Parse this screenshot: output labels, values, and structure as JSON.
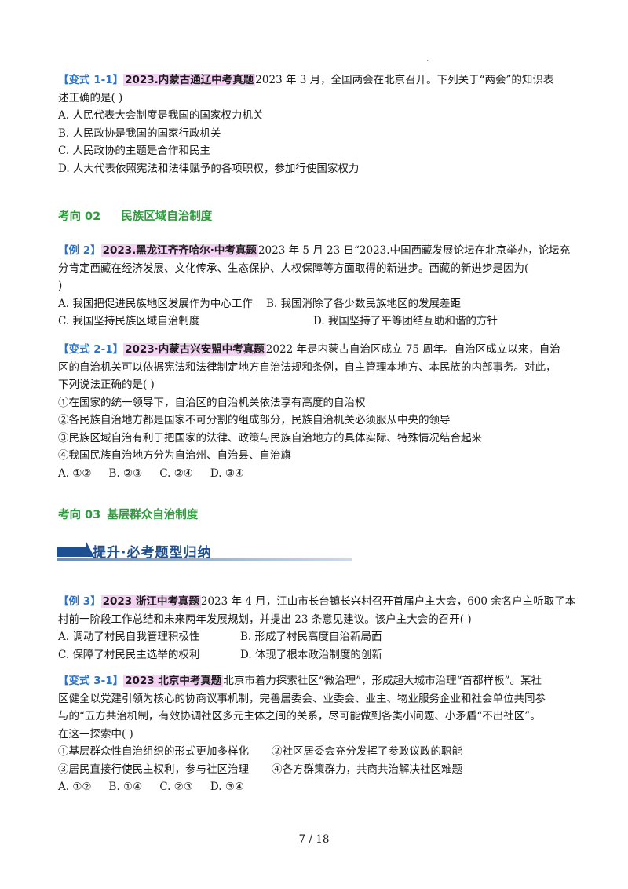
{
  "q1": {
    "tag": "【变式 1-1】",
    "source": "2023.内蒙古通辽中考真题",
    "stem_1": "2023 年 3 月，全国两会在北京召开。下列关于“两会”的知识表",
    "stem_2": "述正确的是(        )",
    "options": [
      "A. 人民代表大会制度是我国的国家权力机关",
      "B. 人民政协是我国的国家行政机关",
      "C. 人民政协的主题是合作和民主",
      "D. 人大代表依照宪法和法律赋予的各项职权，参加行使国家权力"
    ]
  },
  "section2": {
    "label": "考向 02",
    "title": "民族区域自治制度"
  },
  "q2": {
    "tag": "【例 2】",
    "source": "2023.黑龙江齐齐哈尔·中考真题",
    "stem_1": "2023 年 5 月 23 日“2023.中国西藏发展论坛在北京举办，论坛充",
    "stem_2": "分肯定西藏在经济发展、文化传承、生态保护、人权保障等方面取得的新进步。西藏的新进步是因为(",
    "stem_3": ")",
    "options": [
      "A. 我国把促进民族地区发展作为中心工作",
      "B. 我国消除了各少数民族地区的发展差距",
      "C. 我国坚持民族区域自治制度",
      "D. 我国坚持了平等团结互助和谐的方针"
    ]
  },
  "q3": {
    "tag": "【变式 2-1】",
    "source": "2023·内蒙古兴安盟中考真题",
    "stem_1": "2022 年是内蒙古自治区成立 75 周年。自治区成立以来，自治",
    "stem_2": "区的自治机关可以依据宪法和法律制定地方自治法规和条例，自主管理本地方、本民族的内部事务。对此，",
    "stem_3": "下列说法正确的是(        )",
    "statements": [
      "①在国家的统一领导下，自治区的自治机关依法享有高度的自治权",
      "②各民族自治地方都是国家不可分割的组成部分，民族自治机关必须服从中央的领导",
      "③民族区域自治有利于把国家的法律、政策与民族自治地方的具体实际、特殊情况结合起来",
      "④我国民族自治地方分为自治州、自治县、自治旗"
    ],
    "options": [
      "A. ①②",
      "B. ②③",
      "C. ②④",
      "D. ③④"
    ]
  },
  "section3": {
    "label": "考向 03",
    "title": "基层群众自治制度"
  },
  "banner": {
    "title": "提升·必考题型归纳"
  },
  "q4": {
    "tag": "【例 3】",
    "source": "2023 浙江中考真题",
    "stem_1": "2023 年 4 月，江山市长台镇长兴村召开首届户主大会，600 余名户主听取了本",
    "stem_2": "村前一阶段工作总结和未来两年发展规划，并提出 23 条意见建议。该户主大会的召开(        )",
    "options": [
      "A. 调动了村民自我管理积极性",
      "B. 形成了村民高度自治新局面",
      "C. 保障了村民民主选举的权利",
      "D. 体现了根本政治制度的创新"
    ]
  },
  "q5": {
    "tag": "【变式 3-1】",
    "source": "2023 北京中考真题",
    "stem_1": "北京市着力探索社区“微治理”，形成超大城市治理“首都样板”。某社",
    "stem_2": "区健全以党建引领为核心的协商议事机制，完善居委会、业委会、业主、物业服务企业和社会单位共同参",
    "stem_3": "与的“五方共治机制，有效协调社区多元主体之间的关系，尽可能做到各类小问题、小矛盾“不出社区”。",
    "stem_4": "在这一探索中(        )",
    "statements": [
      "①基层群众性自治组织的形式更加多样化",
      "②社区居委会充分发挥了参政议政的职能",
      "③居民直接行使民主权利，参与社区治理",
      "④各方群策群力，共商共治解决社区难题"
    ],
    "options": [
      "A.  ①②",
      "B. ①④",
      "C. ②③",
      "D. ③④"
    ]
  },
  "page": {
    "number": "7 / 18"
  },
  "footer_dot": "."
}
